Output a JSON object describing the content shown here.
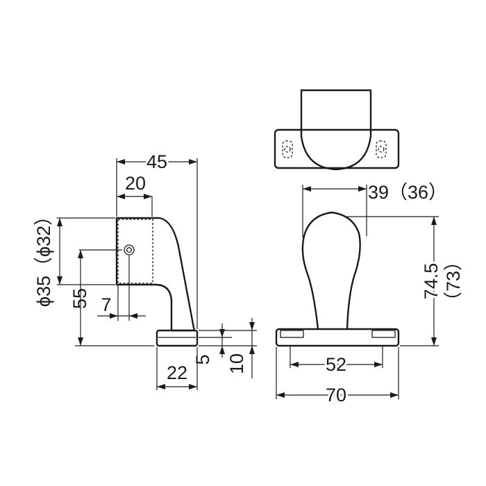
{
  "drawing": {
    "side_view": {
      "overall_depth": "45",
      "head_depth": "20",
      "head_diameter": "ϕ35（ϕ32）",
      "hole_height": "55",
      "hole_offset": "7",
      "base_width": "22",
      "base_thickness": "5",
      "total_base_height": "10"
    },
    "front_view": {
      "head_width": "39（36）",
      "overall_height_a": "74.5",
      "overall_height_b": "（73）",
      "hole_pitch": "52",
      "base_length": "70"
    }
  }
}
